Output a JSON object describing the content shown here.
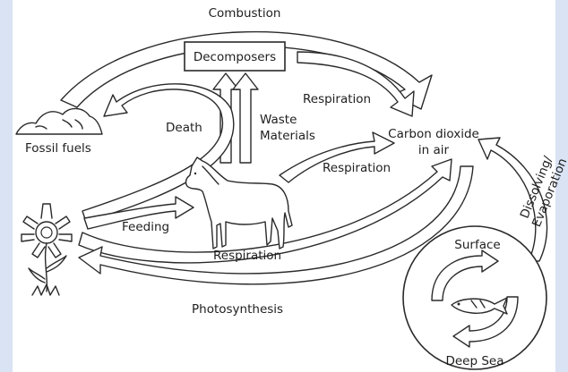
{
  "labels": {
    "combustion": "Combustion",
    "decomposers": "Decomposers",
    "respiration_decomposers": "Respiration",
    "death": "Death",
    "waste_line1": "Waste",
    "waste_line2": "Materials",
    "fossil_fuels": "Fossil fuels",
    "co2_line1": "Carbon dioxide",
    "co2_line2": "in air",
    "respiration_animal": "Respiration",
    "feeding": "Feeding",
    "respiration_bottom": "Respiration",
    "photosynthesis": "Photosynthesis",
    "dissolving": "Dissolving/",
    "evaporation": "Evaporation",
    "surface": "Surface",
    "deep_sea": "Deep Sea"
  },
  "colors": {
    "outer_border": "#d9e3f4",
    "panel": "#ffffff",
    "ink": "#2a2a2a"
  },
  "icons": [
    "horse-illustration",
    "flower-illustration",
    "fossil-fuel-pile-illustration",
    "fish-illustration"
  ]
}
